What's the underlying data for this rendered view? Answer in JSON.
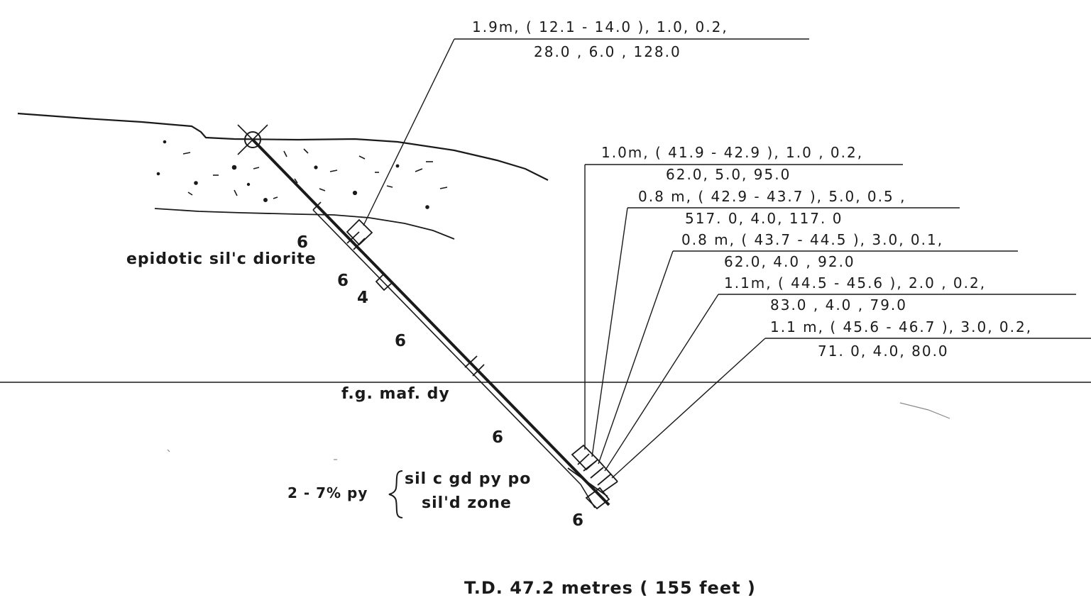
{
  "section": {
    "lithology_labels": {
      "upper_unit": "epidotic sil'c diorite",
      "dyke": "f.g. maf. dy",
      "lower_unit_line1": "sil c gd py po",
      "lower_unit_line2": "sil'd zone",
      "lower_unit_prefix": "2 - 7% py"
    },
    "unit_numbers": [
      "6",
      "6",
      "4",
      "6",
      "6",
      "6"
    ],
    "total_depth": "T.D.  47.2 metres  ( 155 feet )"
  },
  "assays": [
    {
      "line1": "1.9m, ( 12.1 - 14.0 ), 1.0, 0.2,",
      "line2": "28.0 , 6.0 , 128.0"
    },
    {
      "line1": "1.0m, ( 41.9 - 42.9 ), 1.0 , 0.2,",
      "line2": "62.0,  5.0,  95.0"
    },
    {
      "line1": "0.8 m, ( 42.9 - 43.7 ), 5.0, 0.5 ,",
      "line2": "517. 0,  4.0,  117. 0"
    },
    {
      "line1": "0.8 m, ( 43.7 - 44.5 ),  3.0,  0.1,",
      "line2": "62.0,  4.0 ,  92.0"
    },
    {
      "line1": "1.1m, ( 44.5 - 45.6 ), 2.0 , 0.2,",
      "line2": "83.0 ,  4.0 , 79.0"
    },
    {
      "line1": "1.1 m, ( 45.6 - 46.7 ), 3.0, 0.2,",
      "line2": "71. 0,  4.0,  80.0"
    }
  ]
}
